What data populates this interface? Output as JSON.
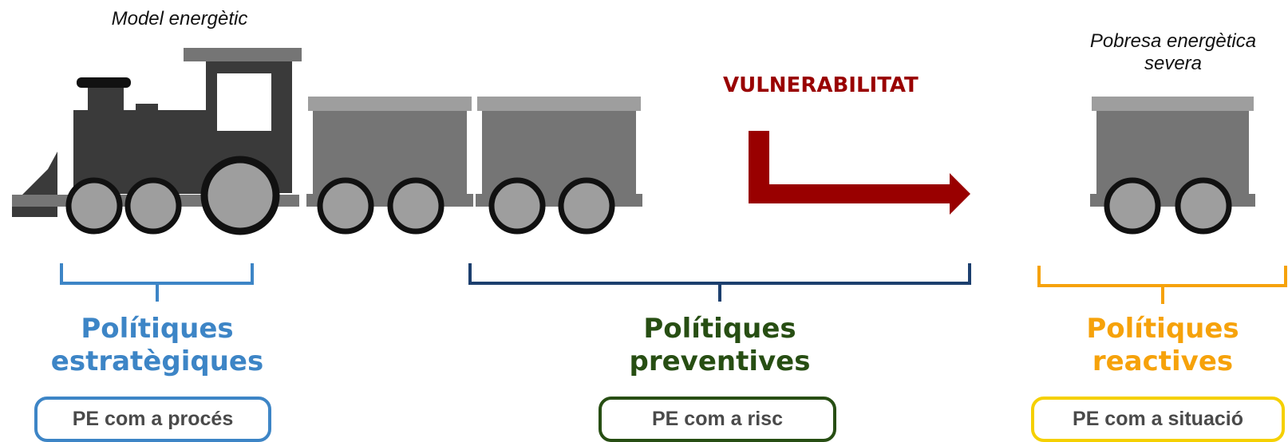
{
  "labels": {
    "model": "Model energètic",
    "pobresa_line1": "Pobresa energètica",
    "pobresa_line2": "severa",
    "vulnerabilitat": "VULNERABILITAT"
  },
  "groups": [
    {
      "key": "estrategiques",
      "title_line1": "Polítiques",
      "title_line2": "estratègiques",
      "pill": "PE com a procés",
      "color": "#3d85c6"
    },
    {
      "key": "preventives",
      "title_line1": "Polítiques",
      "title_line2": "preventives",
      "pill": "PE com a risc",
      "color": "#274e13"
    },
    {
      "key": "reactives",
      "title_line1": "Polítiques",
      "title_line2": "reactives",
      "pill": "PE com a situació",
      "color": "#f6a20a"
    }
  ],
  "colors": {
    "locomotive": "#3a3a3a",
    "wagon": "#757575",
    "wagon_top": "#9e9e9e",
    "wheel": "#9e9e9e",
    "arrow": "#990000",
    "brace_preventive": "#1c3f6e",
    "pill_reactive_border": "#f5d000"
  }
}
